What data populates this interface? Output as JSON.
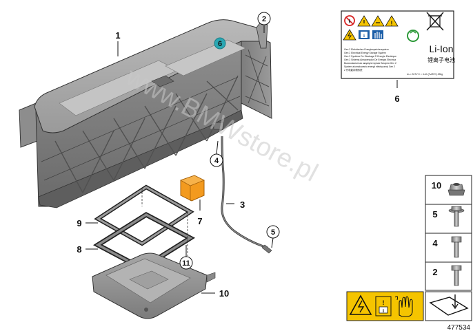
{
  "callouts": {
    "c1": "1",
    "c2": "2",
    "c3": "3",
    "c4": "4",
    "c5": "5",
    "c6": "6",
    "c6_badge": "6",
    "c7": "7",
    "c8": "8",
    "c9": "9",
    "c10": "10",
    "c11": "11"
  },
  "label": {
    "liion": "Li-Ion",
    "chinese": "锂离子电池",
    "lines": [
      "Gen 2 Elektrisches Energiespeichersystem",
      "Gen 2 Electrical Energy Storage System",
      "Gen 2 Système De Stockage D`Energie Electrique",
      "Gen 2 Sistema Almacenador De Energía Eléctrica",
      "Высоковольтная аккумуляторная батарея Gen 2",
      "System akumulowania energii elektrycznej Gen 2",
      "2 代电能存储系统"
    ],
    "spec": "Uₙ = 317V  C = 4 Ah (Tₐ25°C)  49kg"
  },
  "fasteners": [
    "10",
    "5",
    "4",
    "2"
  ],
  "reference_number": "477534",
  "watermark": "www.BMWstore.pl",
  "colors": {
    "warning_yellow": "#f5c400",
    "badge_teal": "#2aa7b3",
    "bracket_orange": "#f39a1e",
    "housing_gray": "#8a8a8a"
  }
}
